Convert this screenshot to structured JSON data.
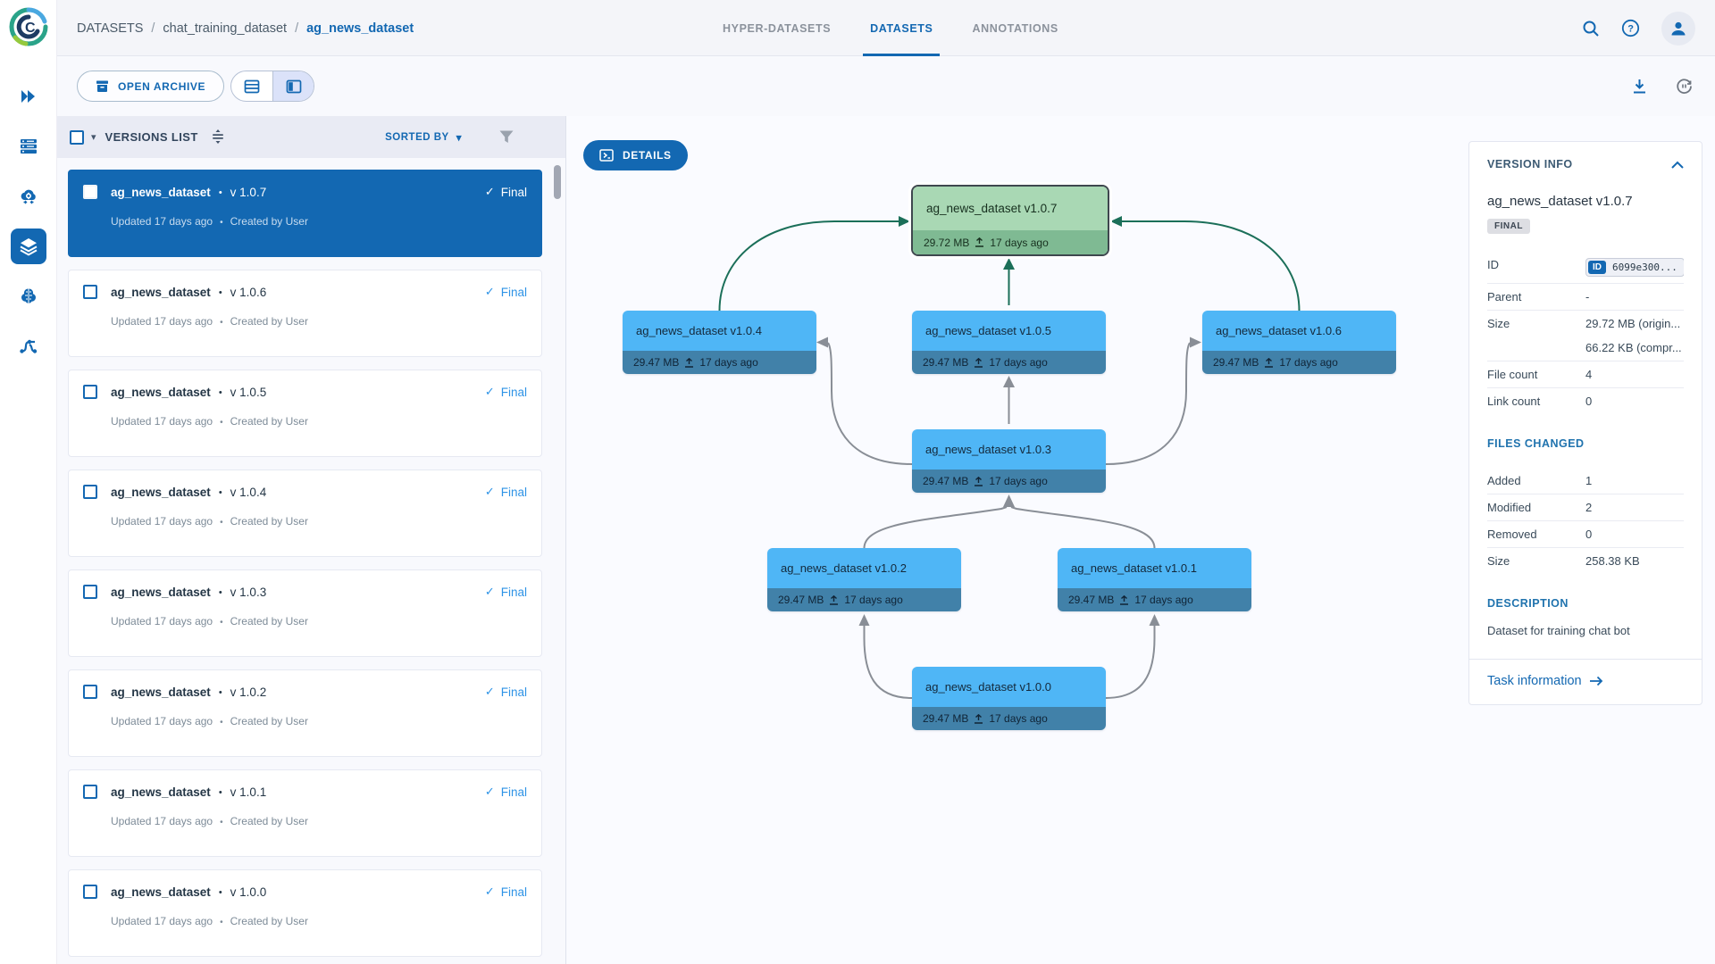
{
  "brand": {
    "logo_letter": "C"
  },
  "header": {
    "breadcrumb": {
      "root": "DATASETS",
      "project": "chat_training_dataset",
      "current": "ag_news_dataset"
    },
    "tabs": [
      {
        "label": "HYPER-DATASETS"
      },
      {
        "label": "DATASETS"
      },
      {
        "label": "ANNOTATIONS"
      }
    ]
  },
  "toolbar": {
    "open_archive_label": "OPEN ARCHIVE"
  },
  "versions_panel": {
    "title": "VERSIONS LIST",
    "sorted_by_label": "SORTED BY",
    "items": [
      {
        "name": "ag_news_dataset",
        "version": "v 1.0.7",
        "status": "Final",
        "updated": "Updated 17 days ago",
        "created": "Created by User"
      },
      {
        "name": "ag_news_dataset",
        "version": "v 1.0.6",
        "status": "Final",
        "updated": "Updated 17 days ago",
        "created": "Created by User"
      },
      {
        "name": "ag_news_dataset",
        "version": "v 1.0.5",
        "status": "Final",
        "updated": "Updated 17 days ago",
        "created": "Created by User"
      },
      {
        "name": "ag_news_dataset",
        "version": "v 1.0.4",
        "status": "Final",
        "updated": "Updated 17 days ago",
        "created": "Created by User"
      },
      {
        "name": "ag_news_dataset",
        "version": "v 1.0.3",
        "status": "Final",
        "updated": "Updated 17 days ago",
        "created": "Created by User"
      },
      {
        "name": "ag_news_dataset",
        "version": "v 1.0.2",
        "status": "Final",
        "updated": "Updated 17 days ago",
        "created": "Created by User"
      },
      {
        "name": "ag_news_dataset",
        "version": "v 1.0.1",
        "status": "Final",
        "updated": "Updated 17 days ago",
        "created": "Created by User"
      },
      {
        "name": "ag_news_dataset",
        "version": "v 1.0.0",
        "status": "Final",
        "updated": "Updated 17 days ago",
        "created": "Created by User"
      }
    ]
  },
  "graph": {
    "details_button_label": "DETAILS",
    "nodes": [
      {
        "label": "ag_news_dataset v1.0.7",
        "size": "29.72 MB",
        "time": "17 days ago"
      },
      {
        "label": "ag_news_dataset v1.0.4",
        "size": "29.47 MB",
        "time": "17 days ago"
      },
      {
        "label": "ag_news_dataset v1.0.5",
        "size": "29.47 MB",
        "time": "17 days ago"
      },
      {
        "label": "ag_news_dataset v1.0.6",
        "size": "29.47 MB",
        "time": "17 days ago"
      },
      {
        "label": "ag_news_dataset v1.0.3",
        "size": "29.47 MB",
        "time": "17 days ago"
      },
      {
        "label": "ag_news_dataset v1.0.2",
        "size": "29.47 MB",
        "time": "17 days ago"
      },
      {
        "label": "ag_news_dataset v1.0.1",
        "size": "29.47 MB",
        "time": "17 days ago"
      },
      {
        "label": "ag_news_dataset v1.0.0",
        "size": "29.47 MB",
        "time": "17 days ago"
      }
    ]
  },
  "version_info": {
    "title": "VERSION INFO",
    "name": "ag_news_dataset v1.0.7",
    "status_badge": "FINAL",
    "fields": {
      "id_label": "ID",
      "id_badge": "ID",
      "id_value": "6099e300...",
      "parent_label": "Parent",
      "parent_value": "-",
      "size_label": "Size",
      "size_original": "29.72 MB (origin...",
      "size_compressed": "66.22 KB (compr...",
      "file_count_label": "File count",
      "file_count_value": "4",
      "link_count_label": "Link count",
      "link_count_value": "0"
    },
    "files_changed": {
      "title": "FILES CHANGED",
      "added_label": "Added",
      "added_value": "1",
      "modified_label": "Modified",
      "modified_value": "2",
      "removed_label": "Removed",
      "removed_value": "0",
      "size_label": "Size",
      "size_value": "258.38 KB"
    },
    "description_title": "DESCRIPTION",
    "description_text": "Dataset for training chat bot",
    "task_link_label": "Task information"
  },
  "colors": {
    "accent": "#1368b2",
    "node_blue": "#4fb6f6",
    "node_blue_strip": "#4181a9",
    "node_green": "#a9d8b4",
    "node_green_strip": "#7fba93",
    "edge_green": "#1b6f59",
    "edge_grey": "#898e96"
  }
}
